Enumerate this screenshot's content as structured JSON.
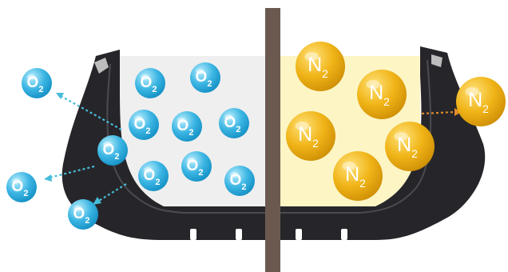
{
  "colors": {
    "left_fill": "#efefef",
    "right_fill": "#fdf5c4",
    "divider": "#6b5950",
    "tire": "#26262a",
    "o2_light": "#b9eefc",
    "o2_dark": "#1490c4",
    "n2_light": "#ffe27a",
    "n2_dark": "#cf8f06",
    "o2_arrow": "#47bcd9",
    "n2_arrow": "#e08a2a"
  },
  "icons": [
    "oxygen-molecule-icon",
    "nitrogen-molecule-icon",
    "tire-cross-section-icon"
  ],
  "molecules": {
    "oxygen": {
      "symbol": "O",
      "subscript": "2"
    },
    "nitrogen": {
      "symbol": "N",
      "subscript": "2"
    }
  }
}
